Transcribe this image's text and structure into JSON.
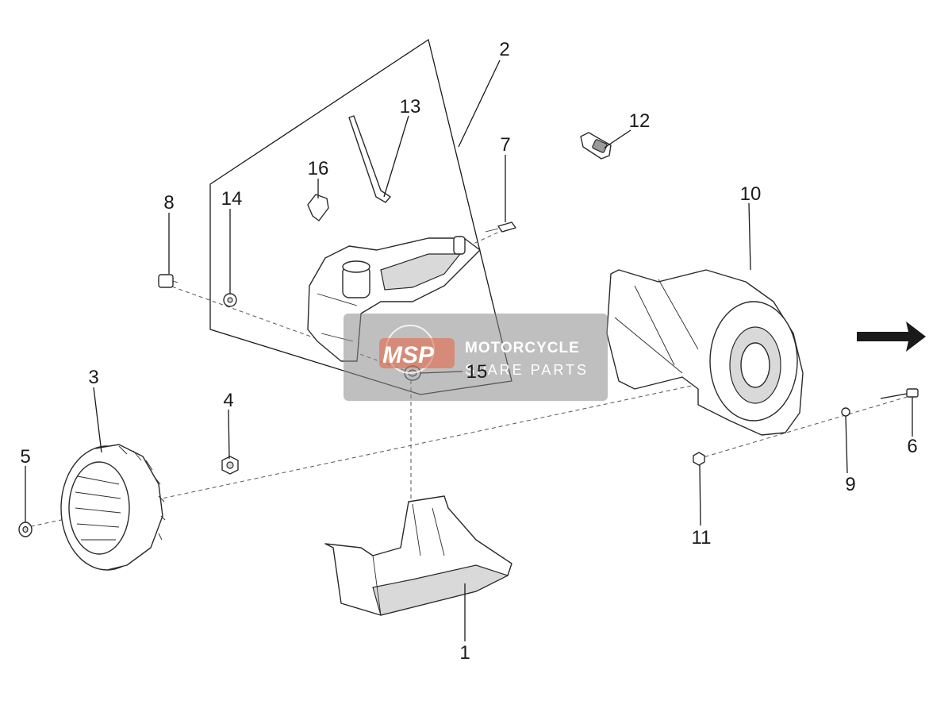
{
  "diagram": {
    "callouts": [
      {
        "id": "1",
        "label": "1"
      },
      {
        "id": "2",
        "label": "2"
      },
      {
        "id": "3",
        "label": "3"
      },
      {
        "id": "4",
        "label": "4"
      },
      {
        "id": "5",
        "label": "5"
      },
      {
        "id": "6",
        "label": "6"
      },
      {
        "id": "7",
        "label": "7"
      },
      {
        "id": "8",
        "label": "8"
      },
      {
        "id": "9",
        "label": "9"
      },
      {
        "id": "10",
        "label": "10"
      },
      {
        "id": "11",
        "label": "11"
      },
      {
        "id": "12",
        "label": "12"
      },
      {
        "id": "13",
        "label": "13"
      },
      {
        "id": "14",
        "label": "14"
      },
      {
        "id": "15",
        "label": "15"
      },
      {
        "id": "16",
        "label": "16"
      }
    ]
  },
  "watermark": {
    "logo": "MSP",
    "line1": "MOTORCYCLE",
    "line2": "SPARE PARTS"
  },
  "colors": {
    "line": "#1a1a1a",
    "watermark": "#8a8a8a",
    "logo_accent": "#e8603c"
  },
  "icons": {
    "direction": "arrow-right-icon"
  }
}
